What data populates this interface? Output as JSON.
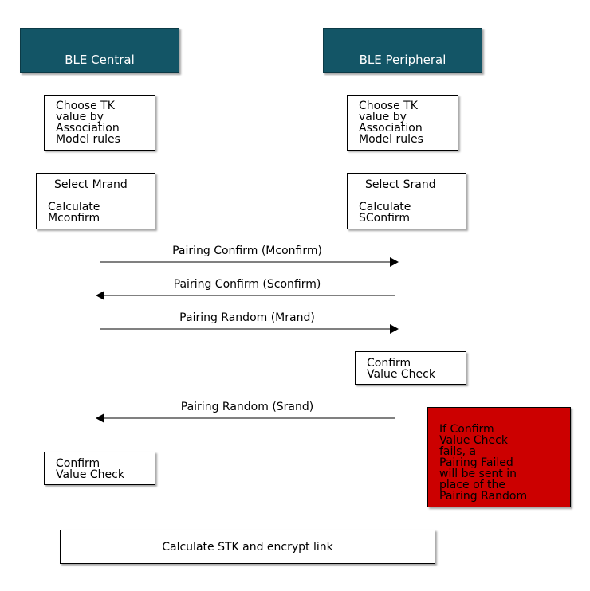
{
  "participants": {
    "central": "BLE Central",
    "peripheral": "BLE Peripheral"
  },
  "central_steps": {
    "choose_tk": [
      "Choose TK",
      "value by",
      "Association",
      "Model rules"
    ],
    "select": "Select Mrand",
    "calculate": [
      "Calculate",
      "Mconfirm"
    ],
    "confirm_check": [
      "Confirm",
      "Value Check"
    ]
  },
  "peripheral_steps": {
    "choose_tk": [
      "Choose TK",
      "value by",
      "Association",
      "Model rules"
    ],
    "select": "Select Srand",
    "calculate": [
      "Calculate",
      "SConfirm"
    ],
    "confirm_check": [
      "Confirm",
      "Value Check"
    ]
  },
  "messages": [
    {
      "label": "Pairing Confirm (Mconfirm)",
      "direction": "right"
    },
    {
      "label": "Pairing Confirm (Sconfirm)",
      "direction": "left"
    },
    {
      "label": "Pairing Random (Mrand)",
      "direction": "right"
    },
    {
      "label": "Pairing Random (Srand)",
      "direction": "left"
    }
  ],
  "note": [
    "If Confirm",
    "Value Check",
    "fails, a",
    "Pairing Failed",
    "will be sent in",
    "place of the",
    "Pairing Random"
  ],
  "footer": "Calculate STK and encrypt link",
  "colors": {
    "actor": "#135566",
    "note": "#cc0000"
  }
}
